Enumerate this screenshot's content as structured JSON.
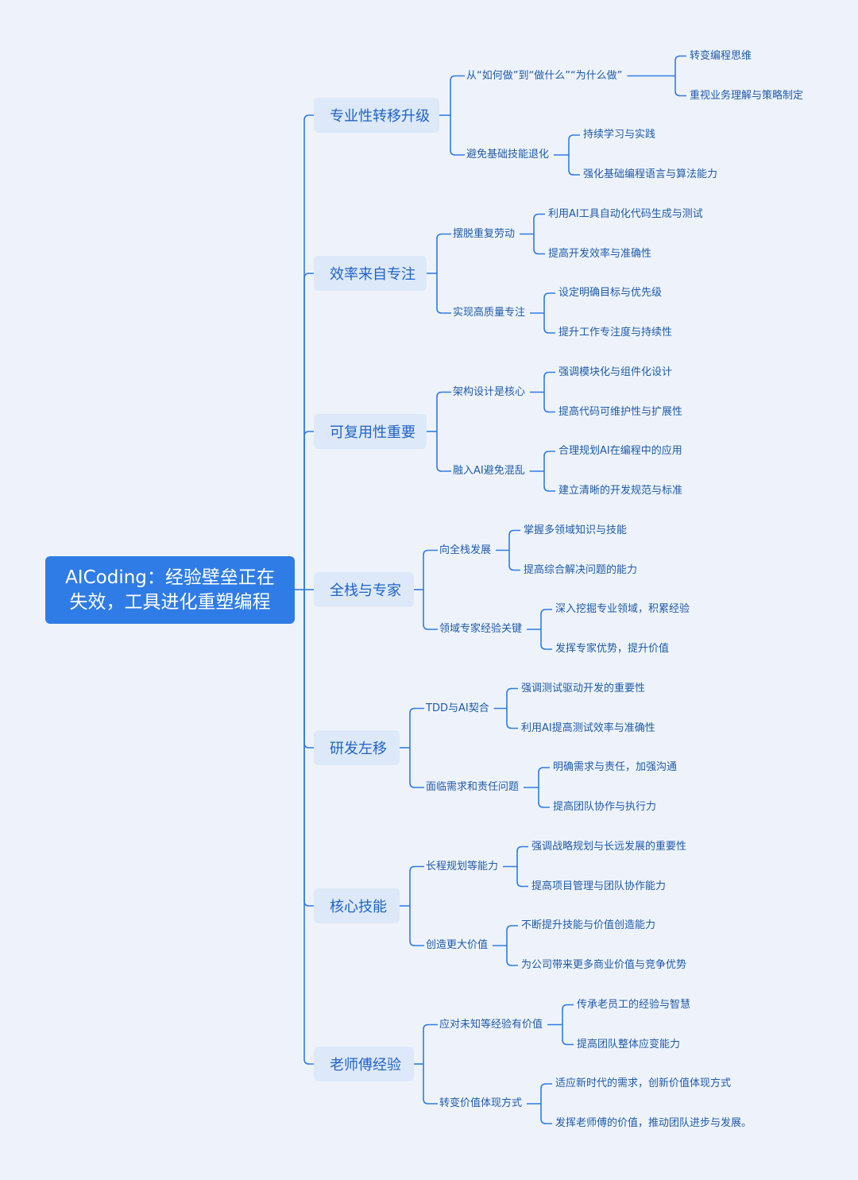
{
  "root": {
    "line1": "AICoding：经验壁垒正在",
    "line2": "失效，工具进化重塑编程"
  },
  "colors": {
    "background": "#eef3fb",
    "accent": "#2f7ce6",
    "line": "#2f7ce6",
    "node_bg": "#dde8f8",
    "text": "#1f5aa8"
  },
  "branches": [
    {
      "label": "专业性转移升级",
      "children": [
        {
          "label": "从“如何做”到“做什么”“为什么做”",
          "children": [
            "转变编程思维",
            "重视业务理解与策略制定"
          ]
        },
        {
          "label": "避免基础技能退化",
          "children": [
            "持续学习与实践",
            "强化基础编程语言与算法能力"
          ]
        }
      ]
    },
    {
      "label": "效率来自专注",
      "children": [
        {
          "label": "摆脱重复劳动",
          "children": [
            "利用AI工具自动化代码生成与测试",
            "提高开发效率与准确性"
          ]
        },
        {
          "label": "实现高质量专注",
          "children": [
            "设定明确目标与优先级",
            "提升工作专注度与持续性"
          ]
        }
      ]
    },
    {
      "label": "可复用性重要",
      "children": [
        {
          "label": "架构设计是核心",
          "children": [
            "强调模块化与组件化设计",
            "提高代码可维护性与扩展性"
          ]
        },
        {
          "label": "融入AI避免混乱",
          "children": [
            "合理规划AI在编程中的应用",
            "建立清晰的开发规范与标准"
          ]
        }
      ]
    },
    {
      "label": "全栈与专家",
      "children": [
        {
          "label": "向全栈发展",
          "children": [
            "掌握多领域知识与技能",
            "提高综合解决问题的能力"
          ]
        },
        {
          "label": "领域专家经验关键",
          "children": [
            "深入挖掘专业领域，积累经验",
            "发挥专家优势，提升价值"
          ]
        }
      ]
    },
    {
      "label": "研发左移",
      "children": [
        {
          "label": "TDD与AI契合",
          "children": [
            "强调测试驱动开发的重要性",
            "利用AI提高测试效率与准确性"
          ]
        },
        {
          "label": "面临需求和责任问题",
          "children": [
            "明确需求与责任，加强沟通",
            "提高团队协作与执行力"
          ]
        }
      ]
    },
    {
      "label": "核心技能",
      "children": [
        {
          "label": "长程规划等能力",
          "children": [
            "强调战略规划与长远发展的重要性",
            "提高项目管理与团队协作能力"
          ]
        },
        {
          "label": "创造更大价值",
          "children": [
            "不断提升技能与价值创造能力",
            "为公司带来更多商业价值与竞争优势"
          ]
        }
      ]
    },
    {
      "label": "老师傅经验",
      "children": [
        {
          "label": "应对未知等经验有价值",
          "children": [
            "传承老员工的经验与智慧",
            "提高团队整体应变能力"
          ]
        },
        {
          "label": "转变价值体现方式",
          "children": [
            "适应新时代的需求，创新价值体现方式",
            "发挥老师傅的价值，推动团队进步与发展。"
          ]
        }
      ]
    }
  ]
}
